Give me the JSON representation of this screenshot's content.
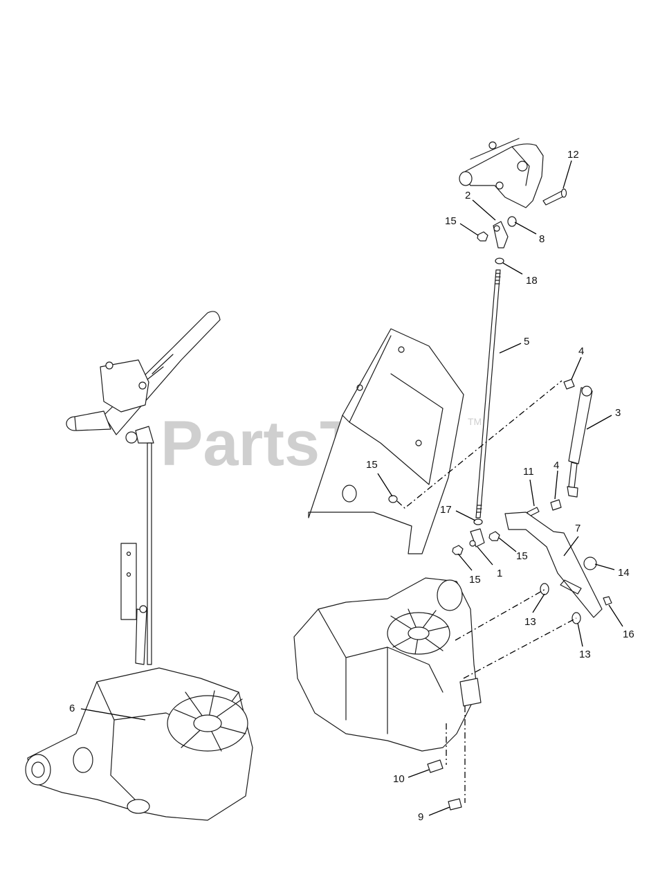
{
  "watermark": {
    "text": "PartsTree",
    "mark": "TM"
  },
  "callouts": {
    "c12": "12",
    "c2": "2",
    "c15a": "15",
    "c8": "8",
    "c18": "18",
    "c5": "5",
    "c4a": "4",
    "c3": "3",
    "c15b": "15",
    "c11": "11",
    "c4b": "4",
    "c17": "17",
    "c7": "7",
    "c15c": "15",
    "c15d": "15",
    "c1": "1",
    "c14": "14",
    "c13a": "13",
    "c16": "16",
    "c13b": "13",
    "c6": "6",
    "c10": "10",
    "c9": "9"
  }
}
